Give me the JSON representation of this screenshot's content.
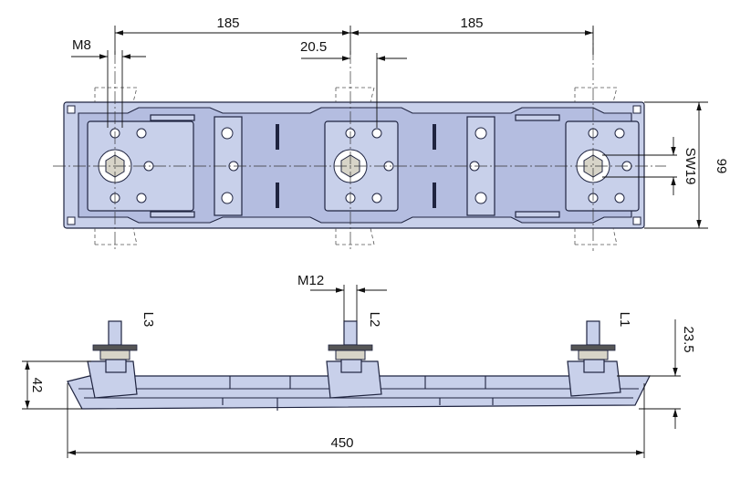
{
  "dimensions": {
    "span_left": "185",
    "span_right": "185",
    "thread_top": "M8",
    "offset": "20.5",
    "width": "99",
    "wrench": "SW19",
    "thread_side": "M12",
    "height_low": "42",
    "height_stud": "23.5",
    "length": "450"
  },
  "phases": {
    "left": "L3",
    "middle": "L2",
    "right": "L1"
  },
  "colors": {
    "body_fill": "#c8d0ea",
    "outline": "#1f2440"
  }
}
